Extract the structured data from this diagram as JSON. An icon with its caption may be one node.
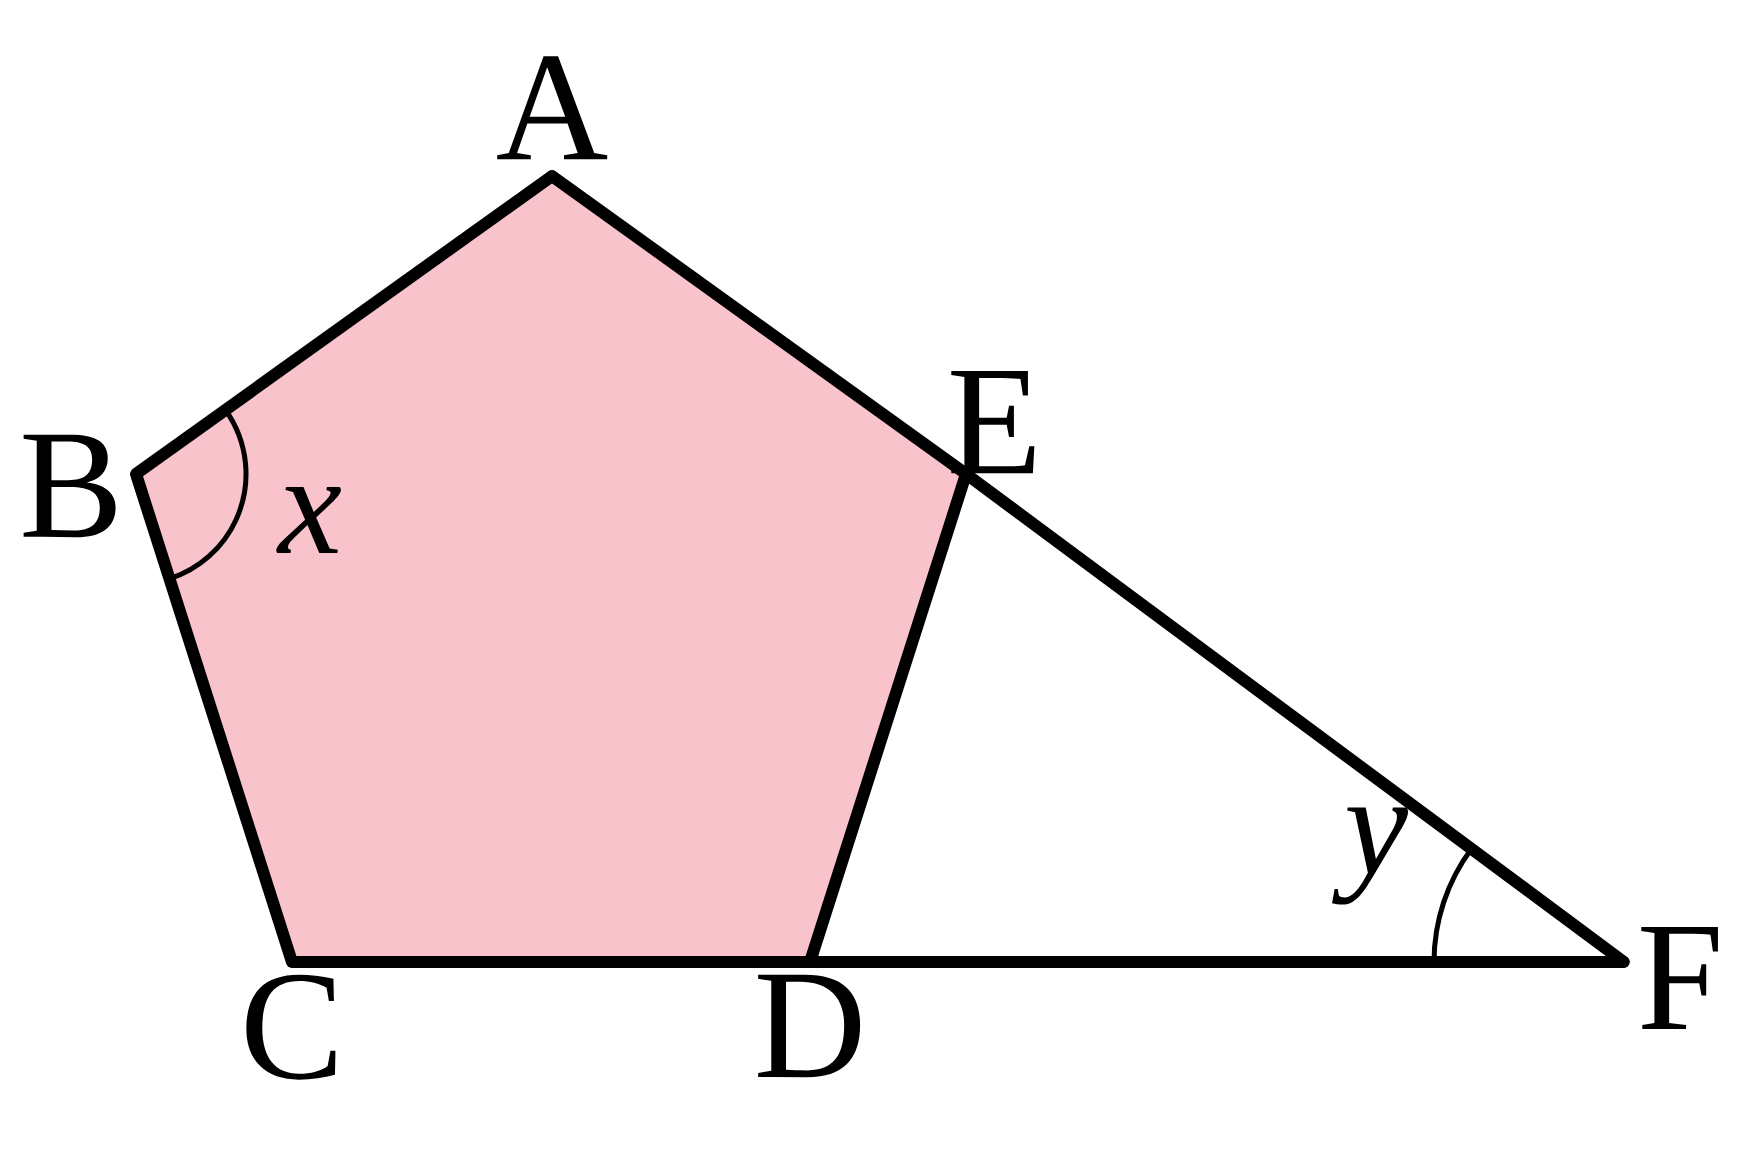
{
  "diagram": {
    "nodes": [
      {
        "text": [
          "A"
        ]
      },
      {
        "text": [
          "B"
        ]
      },
      {
        "text": [
          "C"
        ]
      },
      {
        "text": [
          "D"
        ]
      },
      {
        "text": [
          "E"
        ]
      },
      {
        "text": [
          "F"
        ]
      }
    ],
    "edges": [
      {
        "from": 0,
        "to": 1,
        "arrow": "none"
      },
      {
        "from": 1,
        "to": 2,
        "arrow": "none"
      },
      {
        "from": 2,
        "to": 3,
        "arrow": "none"
      },
      {
        "from": 3,
        "to": 4,
        "arrow": "none"
      },
      {
        "from": 4,
        "to": 0,
        "arrow": "none"
      },
      {
        "from": 4,
        "to": 5,
        "arrow": "none"
      },
      {
        "from": 3,
        "to": 5,
        "arrow": "none"
      }
    ],
    "labels": [
      "x",
      "y"
    ]
  }
}
